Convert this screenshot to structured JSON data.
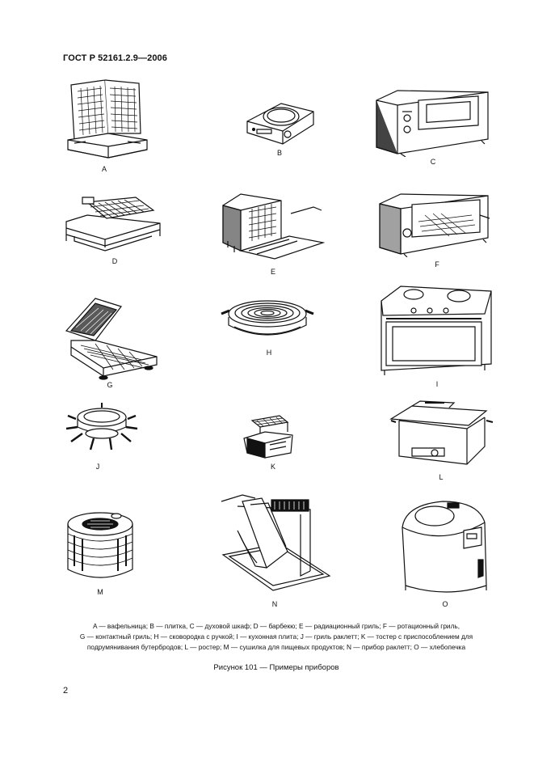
{
  "header": {
    "standard": "ГОСТ Р 52161.2.9—2006"
  },
  "figures": [
    {
      "letter": "A",
      "name": "вафельница"
    },
    {
      "letter": "B",
      "name": "плитка"
    },
    {
      "letter": "C",
      "name": "духовой шкаф"
    },
    {
      "letter": "D",
      "name": "барбекю"
    },
    {
      "letter": "E",
      "name": "радиационный гриль"
    },
    {
      "letter": "F",
      "name": "ротационный гриль"
    },
    {
      "letter": "G",
      "name": "контактный гриль"
    },
    {
      "letter": "H",
      "name": "сковородка с ручкой"
    },
    {
      "letter": "I",
      "name": "кухонная плита"
    },
    {
      "letter": "J",
      "name": "гриль раклетт"
    },
    {
      "letter": "K",
      "name": "тостер с приспособлением для подрумянивания бутербродов"
    },
    {
      "letter": "L",
      "name": "ростер"
    },
    {
      "letter": "M",
      "name": "сушилка для пищевых продуктов"
    },
    {
      "letter": "N",
      "name": "прибор раклетт"
    },
    {
      "letter": "O",
      "name": "хлебопечка"
    }
  ],
  "legend": {
    "line1": "A — вафельница;  B — плитка,  C — духовой шкаф;  D — барбекю;  E — радиационный гриль;  F — ротационный гриль,",
    "line2": "G — контактный гриль; H — сковородка с ручкой; I — кухонная плита; J — гриль раклетт; K — тостер с приспособлением для",
    "line3": "подрумянивания бутербродов; L — ростер; M — сушилка для пищевых продуктов; N — прибор раклетт; O — хлебопечка"
  },
  "figure_title": "Рисунок 101 — Примеры приборов",
  "page_number": "2"
}
